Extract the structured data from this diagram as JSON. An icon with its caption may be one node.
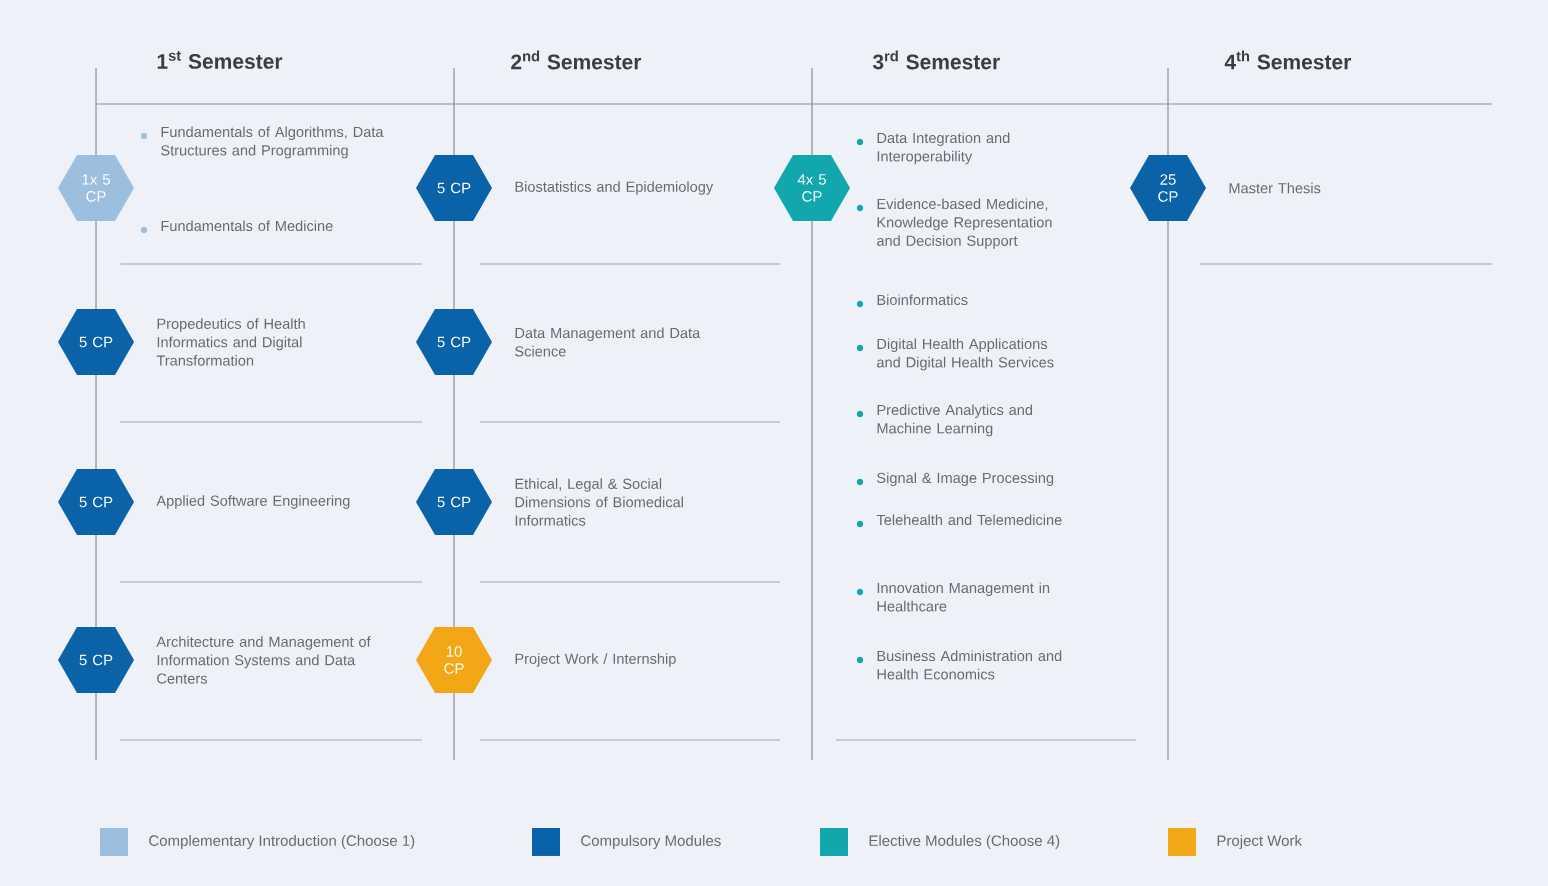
{
  "diagram": {
    "nodes": [
      {
        "text": [
          "1x 5 CP"
        ],
        "beside": [
          "Fundamentals of Algorithms, Data Structures and Programming",
          "Fundamentals of Medicine"
        ]
      },
      {
        "text": [
          "5 CP"
        ],
        "beside": [
          "Propedeutics of Health Informatics and Digital Transformation"
        ]
      },
      {
        "text": [
          "5 CP"
        ],
        "beside": [
          "Applied Software Engineering"
        ]
      },
      {
        "text": [
          "5 CP"
        ],
        "beside": [
          "Architecture and Management of Information Systems and Data Centers"
        ]
      },
      {
        "text": [
          "5 CP"
        ],
        "beside": [
          "Biostatistics and Epidemiology"
        ]
      },
      {
        "text": [
          "5 CP"
        ],
        "beside": [
          "Data Management and Data Science"
        ]
      },
      {
        "text": [
          "5 CP"
        ],
        "beside": [
          "Ethical, Legal & Social Dimensions of Biomedical Informatics"
        ]
      },
      {
        "text": [
          "10 CP"
        ],
        "beside": [
          "Project Work / Internship"
        ]
      },
      {
        "text": [
          "4x 5 CP"
        ],
        "beside": [
          "Data Integration and Interoperability",
          "Evidence-based Medicine, Knowledge Representation and Decision Support",
          "Bioinformatics",
          "Digital Health Applications and Digital Health Services",
          "Predictive Analytics and Machine Learning",
          "Signal & Image Processing",
          "Telehealth and Telemedicine",
          "Innovation Management in Healthcare",
          "Business Administration and Health Economics"
        ]
      },
      {
        "text": [
          "25 CP"
        ],
        "beside": [
          "Master Thesis"
        ]
      }
    ],
    "labels": [
      "1$^{st}$ Semester",
      "2$^{nd}$ Semester",
      "3$^{rd}$ Semester",
      "4$^{th}$ Semester"
    ],
    "legend": [
      {
        "text": "Complementary Introduction (Choose 1)",
        "color": "#9dbfdf"
      },
      {
        "text": "Compulsory Modules",
        "color": "#0a63a8"
      },
      {
        "text": "Elective Modules (Choose 4)",
        "color": "#12a6ad"
      },
      {
        "text": "Project Work",
        "color": "#f2a816"
      }
    ]
  }
}
